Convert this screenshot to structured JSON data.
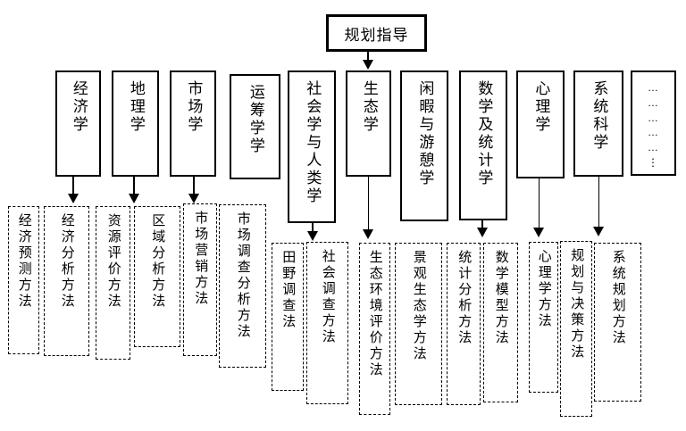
{
  "title_box": {
    "label": "规划指导"
  },
  "disciplines": [
    {
      "label": "经济学"
    },
    {
      "label": "地理学"
    },
    {
      "label": "市场学"
    },
    {
      "label": "运筹学学"
    },
    {
      "label": "社会学与人类学"
    },
    {
      "label": "生态学"
    },
    {
      "label": "闲暇与游憩学"
    },
    {
      "label": "数学及统计学"
    },
    {
      "label": "心理学"
    },
    {
      "label": "系统科学"
    },
    {
      "label": "…\n…\n…\n…\n…\n⋮"
    }
  ],
  "methods": [
    {
      "label": "经济预测方法"
    },
    {
      "label": "经济分析方法"
    },
    {
      "label": "资源评价方法"
    },
    {
      "label": "区域分析方法"
    },
    {
      "label": "市场营销方法"
    },
    {
      "label": "市场调查分析方法"
    },
    {
      "label": "田野调查法"
    },
    {
      "label": "社会调查方法"
    },
    {
      "label": "生态环境评价方法"
    },
    {
      "label": "景观生态学方法"
    },
    {
      "label": "统计分析方法"
    },
    {
      "label": "数学模型方法"
    },
    {
      "label": "心理学方法"
    },
    {
      "label": "规划与决策方法"
    },
    {
      "label": "系统规划方法"
    }
  ],
  "colors": {
    "line": "#000000",
    "background": "#ffffff"
  }
}
